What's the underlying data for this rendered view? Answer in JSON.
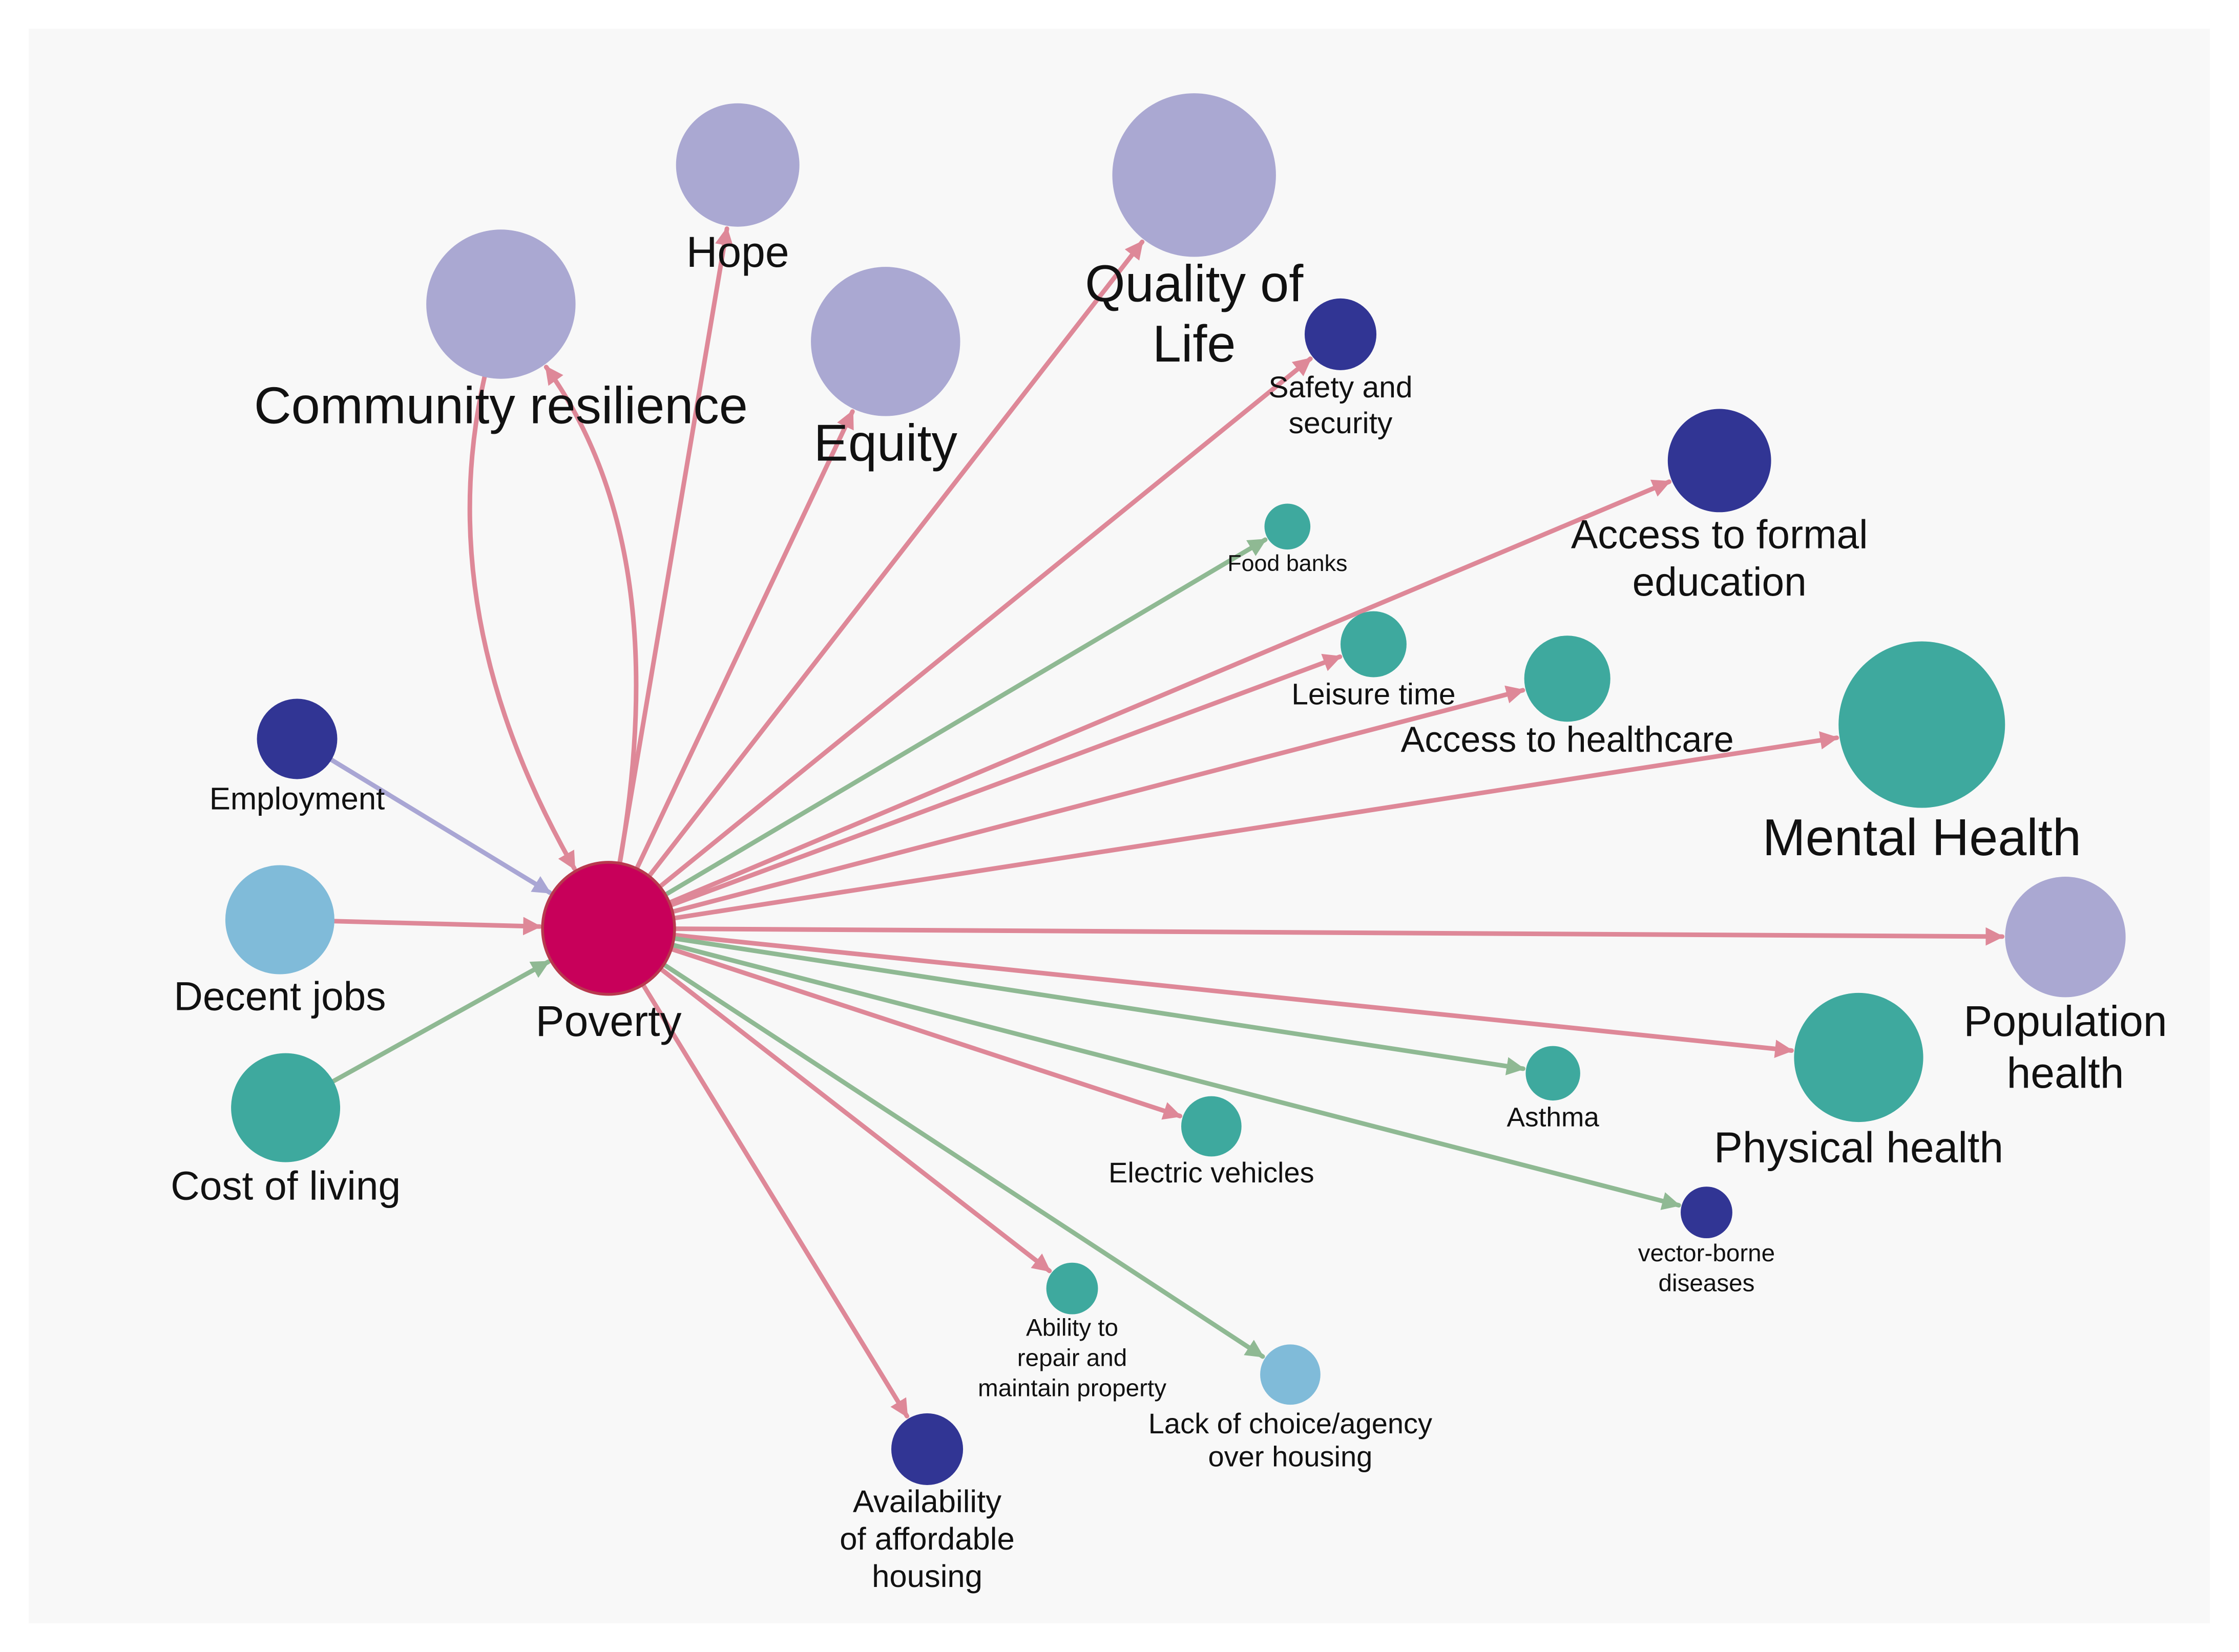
{
  "colors": {
    "hub": "#c8005a",
    "lavender": "#aaa8d2",
    "navy": "#313594",
    "teal": "#3ea99e",
    "lightblue": "#80bbd9",
    "edge_red": "#de8898",
    "edge_green": "#8fb993",
    "edge_purple": "#a9a6d4"
  },
  "nodes": [
    {
      "id": "poverty",
      "label": "Poverty",
      "color": "hub"
    },
    {
      "id": "hope",
      "label": "Hope",
      "color": "lavender"
    },
    {
      "id": "quality",
      "label": "Quality of Life",
      "color": "lavender"
    },
    {
      "id": "community",
      "label": "Community resilience",
      "color": "lavender"
    },
    {
      "id": "equity",
      "label": "Equity",
      "color": "lavender"
    },
    {
      "id": "safety",
      "label": "Safety and security",
      "color": "navy"
    },
    {
      "id": "education",
      "label": "Access to formal education",
      "color": "navy"
    },
    {
      "id": "foodbanks",
      "label": "Food banks",
      "color": "teal"
    },
    {
      "id": "leisure",
      "label": "Leisure time",
      "color": "teal"
    },
    {
      "id": "healthcare",
      "label": "Access to healthcare",
      "color": "teal"
    },
    {
      "id": "mental",
      "label": "Mental Health",
      "color": "teal"
    },
    {
      "id": "employment",
      "label": "Employment",
      "color": "navy"
    },
    {
      "id": "decentjobs",
      "label": "Decent jobs",
      "color": "lightblue"
    },
    {
      "id": "costliving",
      "label": "Cost of living",
      "color": "teal"
    },
    {
      "id": "population",
      "label": "Population health",
      "color": "lavender"
    },
    {
      "id": "physical",
      "label": "Physical health",
      "color": "teal"
    },
    {
      "id": "asthma",
      "label": "Asthma",
      "color": "teal"
    },
    {
      "id": "electric",
      "label": "Electric vehicles",
      "color": "teal"
    },
    {
      "id": "vector",
      "label": "vector-borne diseases",
      "color": "navy"
    },
    {
      "id": "repair",
      "label": "Ability to repair and maintain property",
      "color": "teal"
    },
    {
      "id": "choice",
      "label": "Lack of choice/agency over housing",
      "color": "lightblue"
    },
    {
      "id": "affordable",
      "label": "Availability of affordable housing",
      "color": "navy"
    }
  ],
  "edges": [
    {
      "from": "employment",
      "to": "poverty",
      "color": "edge_purple"
    },
    {
      "from": "decentjobs",
      "to": "poverty",
      "color": "edge_red"
    },
    {
      "from": "costliving",
      "to": "poverty",
      "color": "edge_green"
    },
    {
      "from": "community",
      "to": "poverty",
      "color": "edge_red"
    },
    {
      "from": "poverty",
      "to": "community",
      "color": "edge_red"
    },
    {
      "from": "poverty",
      "to": "hope",
      "color": "edge_red"
    },
    {
      "from": "poverty",
      "to": "equity",
      "color": "edge_red"
    },
    {
      "from": "poverty",
      "to": "quality",
      "color": "edge_red"
    },
    {
      "from": "poverty",
      "to": "safety",
      "color": "edge_red"
    },
    {
      "from": "poverty",
      "to": "foodbanks",
      "color": "edge_green"
    },
    {
      "from": "poverty",
      "to": "education",
      "color": "edge_red"
    },
    {
      "from": "poverty",
      "to": "leisure",
      "color": "edge_red"
    },
    {
      "from": "poverty",
      "to": "healthcare",
      "color": "edge_red"
    },
    {
      "from": "poverty",
      "to": "mental",
      "color": "edge_red"
    },
    {
      "from": "poverty",
      "to": "population",
      "color": "edge_red"
    },
    {
      "from": "poverty",
      "to": "physical",
      "color": "edge_red"
    },
    {
      "from": "poverty",
      "to": "asthma",
      "color": "edge_green"
    },
    {
      "from": "poverty",
      "to": "electric",
      "color": "edge_red"
    },
    {
      "from": "poverty",
      "to": "vector",
      "color": "edge_green"
    },
    {
      "from": "poverty",
      "to": "repair",
      "color": "edge_red"
    },
    {
      "from": "poverty",
      "to": "choice",
      "color": "edge_green"
    },
    {
      "from": "poverty",
      "to": "affordable",
      "color": "edge_red"
    }
  ]
}
